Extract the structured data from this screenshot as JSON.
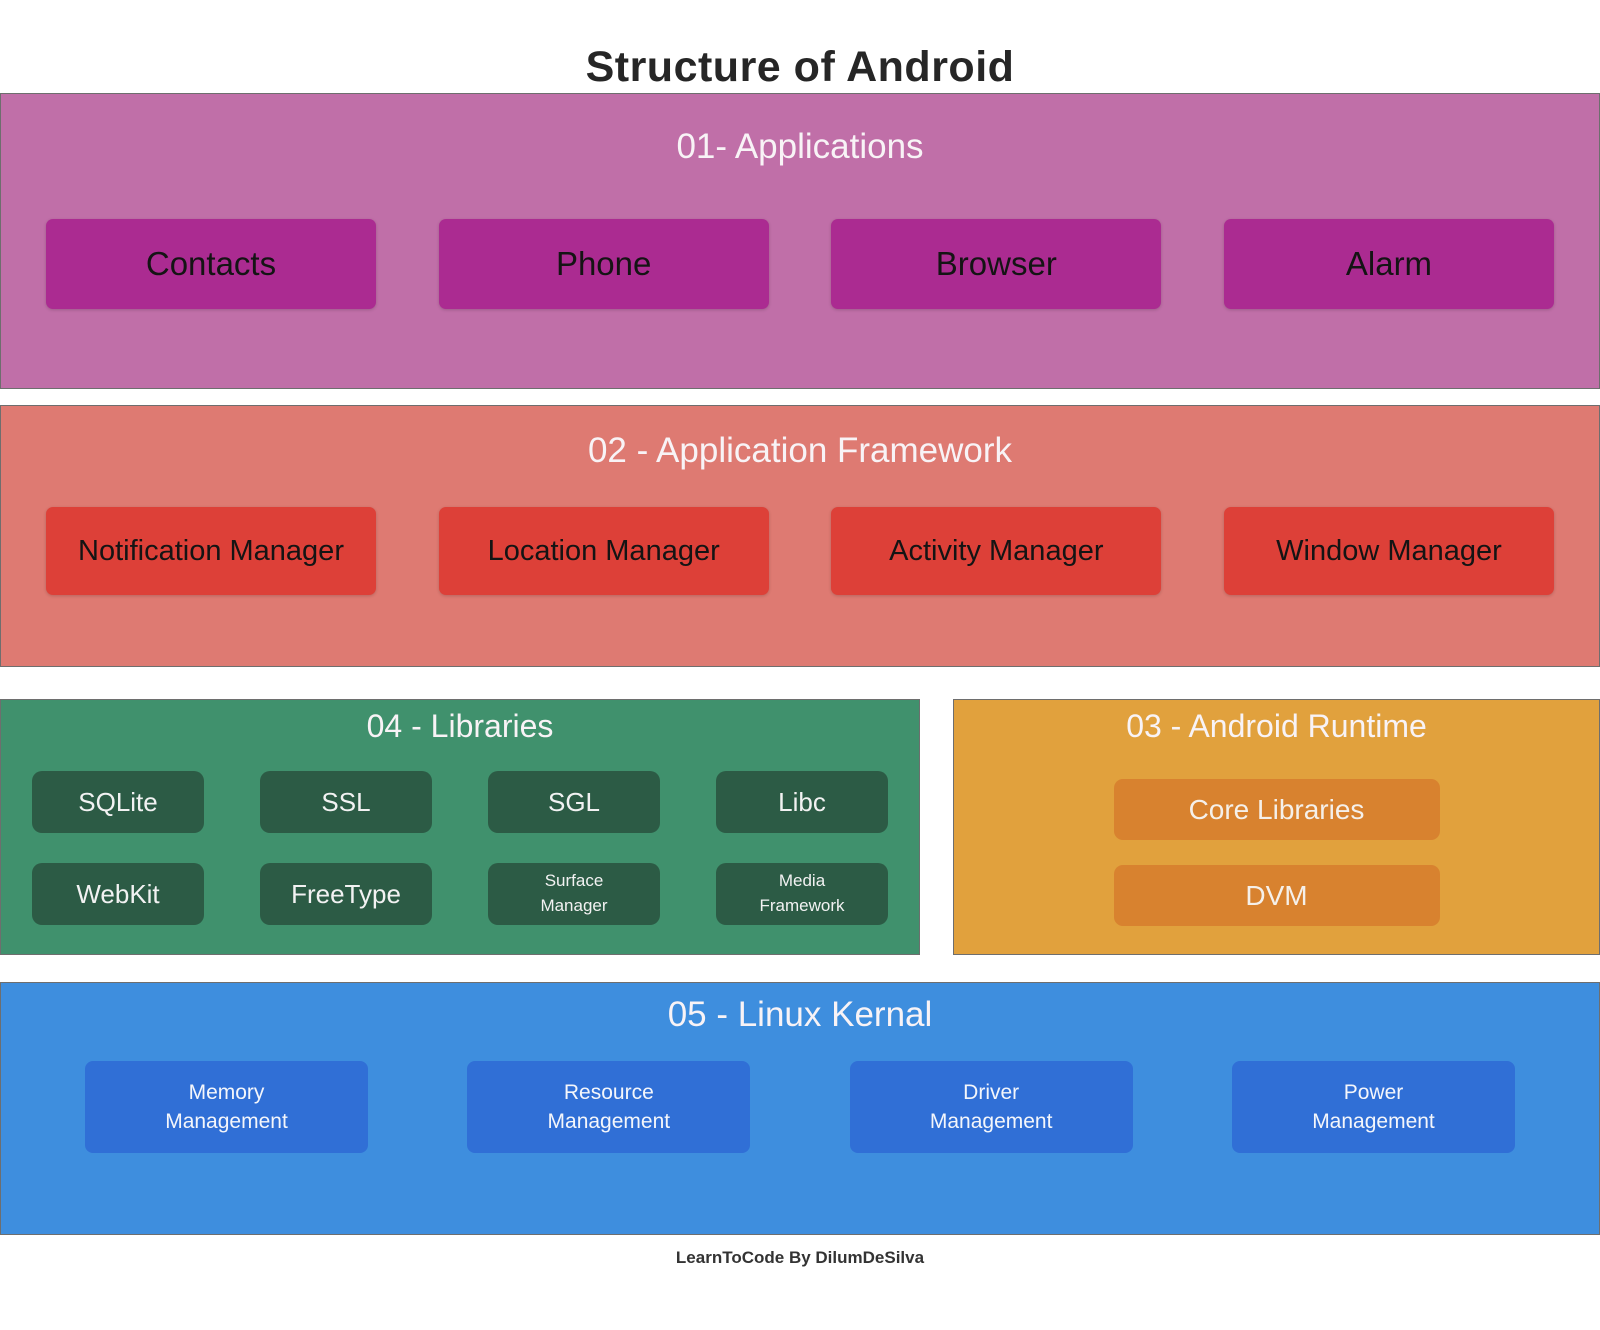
{
  "page": {
    "title": "Structure of Android",
    "footer": "LearnToCode By DilumDeSilva"
  },
  "sections": {
    "applications": {
      "title": "01- Applications",
      "bg": "#c06fa8",
      "item_bg": "#ab2b91",
      "items": [
        "Contacts",
        "Phone",
        "Browser",
        "Alarm"
      ]
    },
    "framework": {
      "title": "02 - Application Framework",
      "bg": "#de7a72",
      "item_bg": "#dd4038",
      "items": [
        "Notification Manager",
        "Location Manager",
        "Activity Manager",
        "Window Manager"
      ]
    },
    "libraries": {
      "title": "04 - Libraries",
      "bg": "#40916d",
      "item_bg": "#2c5b45",
      "row1": [
        "SQLite",
        "SSL",
        "SGL",
        "Libc"
      ],
      "row2": [
        "WebKit",
        "FreeType",
        "Surface Manager",
        "Media Framework"
      ]
    },
    "runtime": {
      "title": "03 - Android Runtime",
      "bg": "#e1a13d",
      "item_bg": "#d8822f",
      "items": [
        "Core Libraries",
        "DVM"
      ]
    },
    "kernel": {
      "title": "05 - Linux Kernal",
      "bg": "#3e8ede",
      "item_bg": "#306fd6",
      "items": [
        "Memory Management",
        "Resource Management",
        "Driver Management",
        "Power Management"
      ]
    }
  }
}
